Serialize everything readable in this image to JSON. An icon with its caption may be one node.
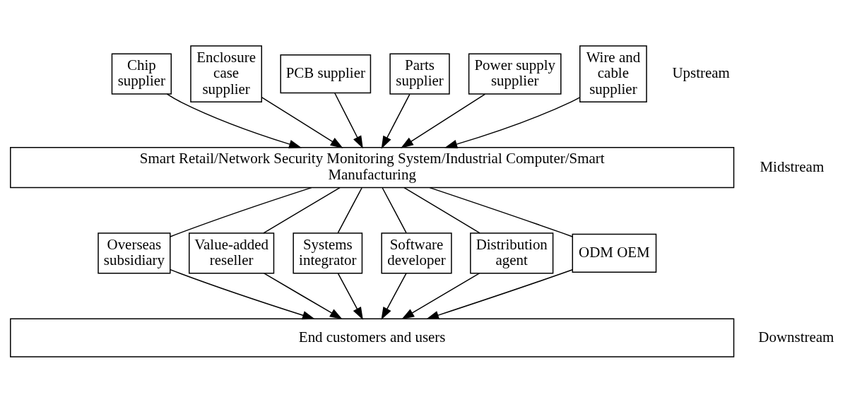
{
  "diagram": {
    "nodes": [
      {
        "text": [
          "Chip supplier"
        ]
      },
      {
        "text": [
          "Enclosure case supplier"
        ]
      },
      {
        "text": [
          "PCB supplier"
        ]
      },
      {
        "text": [
          "Parts supplier"
        ]
      },
      {
        "text": [
          "Power supply supplier"
        ]
      },
      {
        "text": [
          "Wire and cable supplier"
        ]
      },
      {
        "text": [
          "Smart Retail/Network Security Monitoring System/Industrial Computer/Smart Manufacturing"
        ]
      },
      {
        "text": [
          "Overseas subsidiary"
        ]
      },
      {
        "text": [
          "Value-added reseller"
        ]
      },
      {
        "text": [
          "Systems integrator"
        ]
      },
      {
        "text": [
          "Software developer"
        ]
      },
      {
        "text": [
          "Distribution agent"
        ]
      },
      {
        "text": [
          "ODM OEM"
        ]
      },
      {
        "text": [
          "End customers and users"
        ]
      }
    ],
    "edges": [
      {
        "from": 0,
        "to": 6,
        "arrow": "to"
      },
      {
        "from": 1,
        "to": 6,
        "arrow": "to"
      },
      {
        "from": 2,
        "to": 6,
        "arrow": "to"
      },
      {
        "from": 3,
        "to": 6,
        "arrow": "to"
      },
      {
        "from": 4,
        "to": 6,
        "arrow": "to"
      },
      {
        "from": 5,
        "to": 6,
        "arrow": "to"
      },
      {
        "from": 6,
        "to": 7,
        "arrow": "none"
      },
      {
        "from": 6,
        "to": 8,
        "arrow": "none"
      },
      {
        "from": 6,
        "to": 9,
        "arrow": "none"
      },
      {
        "from": 6,
        "to": 10,
        "arrow": "none"
      },
      {
        "from": 6,
        "to": 11,
        "arrow": "none"
      },
      {
        "from": 6,
        "to": 12,
        "arrow": "none"
      },
      {
        "from": 7,
        "to": 13,
        "arrow": "to"
      },
      {
        "from": 8,
        "to": 13,
        "arrow": "to"
      },
      {
        "from": 9,
        "to": 13,
        "arrow": "to"
      },
      {
        "from": 10,
        "to": 13,
        "arrow": "to"
      },
      {
        "from": 11,
        "to": 13,
        "arrow": "to"
      },
      {
        "from": 12,
        "to": 13,
        "arrow": "to"
      }
    ],
    "labels": [
      "Upstream",
      "Midstream",
      "Downstream"
    ]
  }
}
